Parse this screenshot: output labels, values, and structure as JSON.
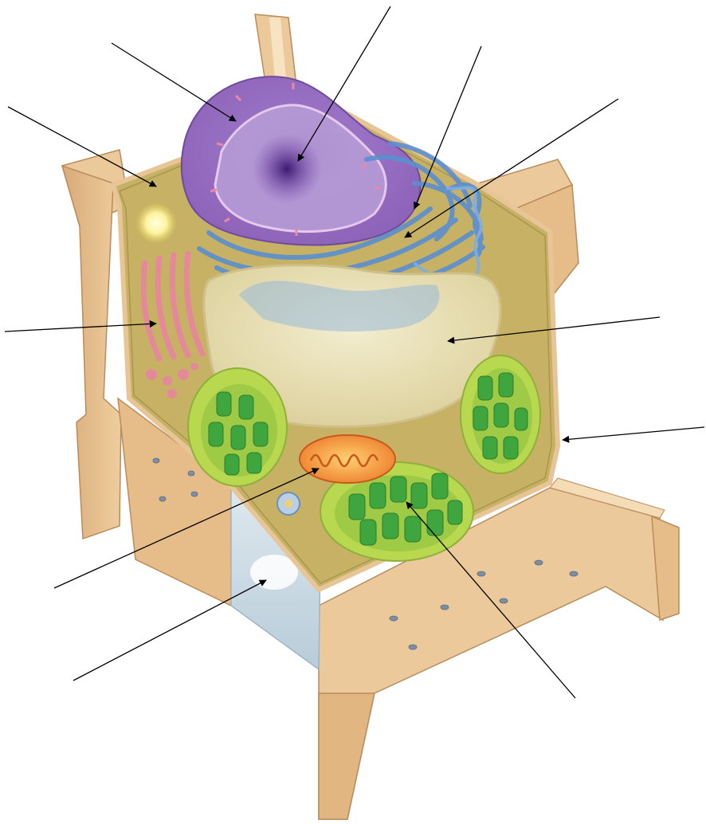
{
  "diagram": {
    "type": "unlabeled-plant-cell",
    "label_count": 11,
    "structures": [
      "nucleus",
      "nucleolus",
      "rough-endoplasmic-reticulum",
      "smooth-endoplasmic-reticulum",
      "ribosome",
      "golgi-apparatus",
      "central-vacuole",
      "cell-wall",
      "chloroplast",
      "mitochondrion",
      "cell-membrane"
    ],
    "colors": {
      "cell_wall": "#e8c596",
      "cell_wall_shadow": "#d4a872",
      "cytoplasm": "#c8b568",
      "nucleus": "#8d62b8",
      "nucleolus": "#5b2f8f",
      "endoplasmic_reticulum": "#5b8fd0",
      "golgi": "#e5899a",
      "vacuole": "#e6ddb0",
      "chloroplast": "#3fa53f",
      "chloroplast_outer": "#b8d94f",
      "mitochondrion": "#f0903a",
      "leader_line": "#000000"
    }
  }
}
